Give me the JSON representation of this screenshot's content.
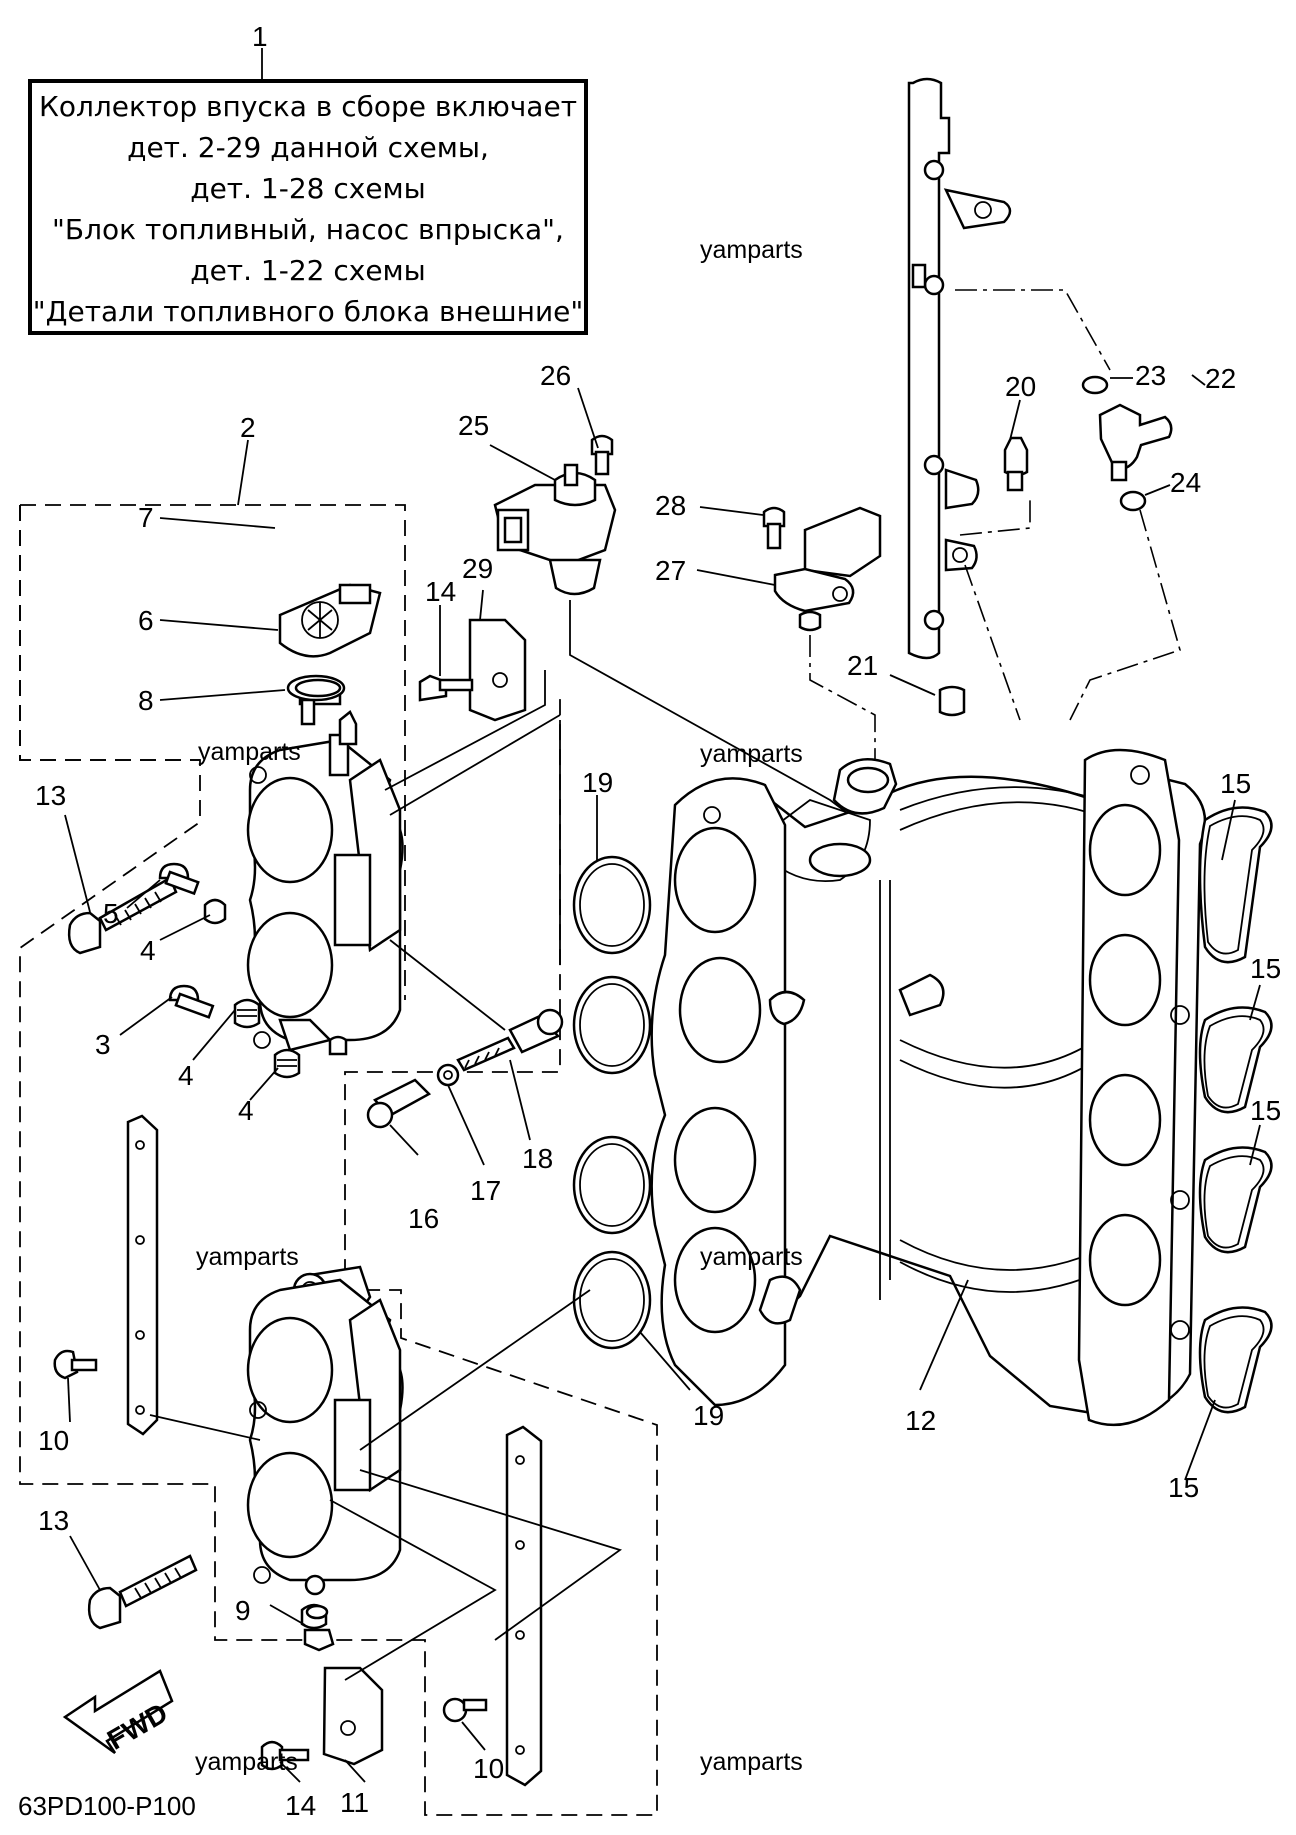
{
  "note": {
    "callout": "1",
    "lines": [
      "Коллектор впуска в сборе включает",
      "дет. 2-29 данной схемы,",
      "дет. 1-28 схемы",
      "\"Блок топливный, насос впрыска\",",
      "дет. 1-22 схемы",
      "\"Детали топливного блока внешние\""
    ]
  },
  "watermark": "yamparts",
  "diagram_code": "63PD100-P100",
  "fwd_label": "FWD",
  "callouts": {
    "c2": "2",
    "c3": "3",
    "c4a": "4",
    "c4b": "4",
    "c4c": "4",
    "c5": "5",
    "c6": "6",
    "c7": "7",
    "c8": "8",
    "c9": "9",
    "c10a": "10",
    "c10b": "10",
    "c11": "11",
    "c12": "12",
    "c13a": "13",
    "c13b": "13",
    "c14a": "14",
    "c14b": "14",
    "c15a": "15",
    "c15b": "15",
    "c15c": "15",
    "c15d": "15",
    "c16": "16",
    "c17": "17",
    "c18": "18",
    "c19a": "19",
    "c19b": "19",
    "c20": "20",
    "c21": "21",
    "c22": "22",
    "c23": "23",
    "c24": "24",
    "c25": "25",
    "c26": "26",
    "c27": "27",
    "c28": "28",
    "c29": "29"
  }
}
